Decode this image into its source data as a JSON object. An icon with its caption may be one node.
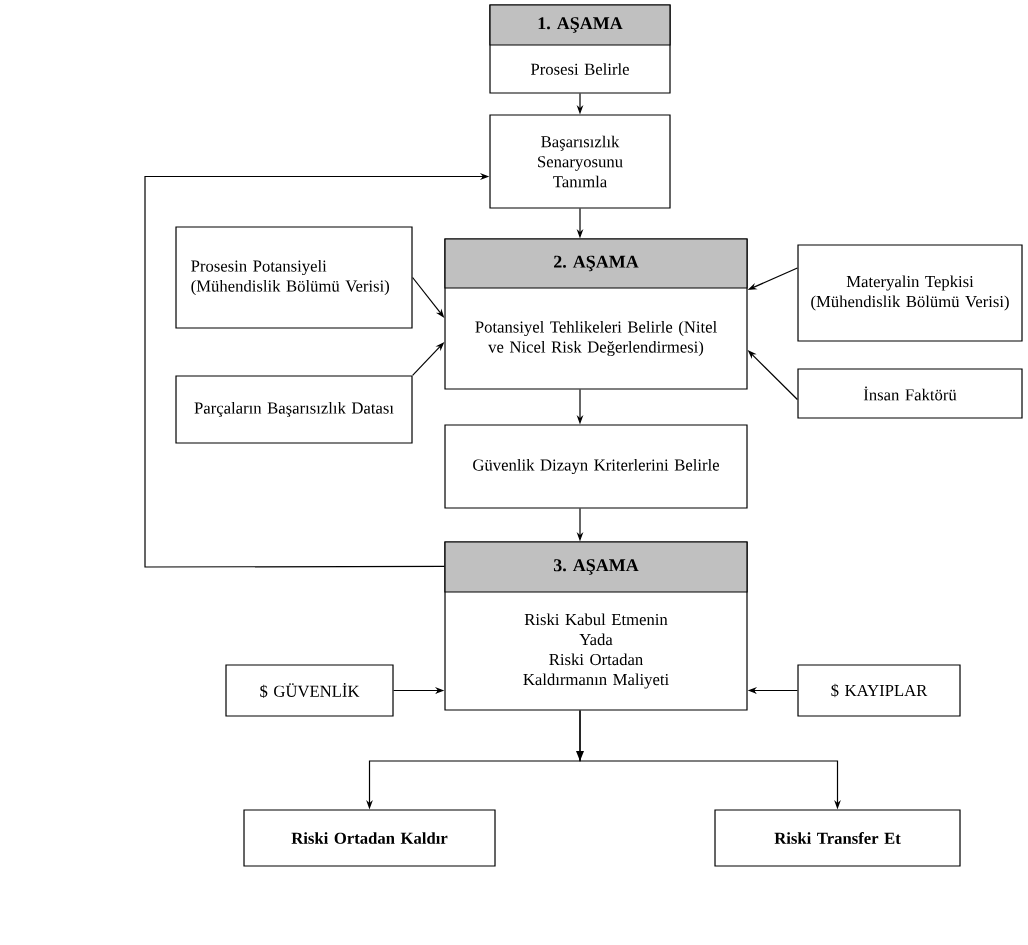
{
  "diagram": {
    "nodes": [
      {
        "text": [
          "1. AŞAMA",
          "Prosesi Belirle"
        ]
      },
      {
        "text": [
          "Başarısızlık Senaryosunu Tanımla"
        ]
      },
      {
        "text": [
          "Prosesin Potansiyeli (Mühendislik Bölümü Verisi)"
        ]
      },
      {
        "text": [
          "2. AŞAMA",
          "Potansiyel Tehlikeleri Belirle (Nitel ve Nicel Risk Değerlendirmesi)"
        ]
      },
      {
        "text": [
          "Materyalin Tepkisi (Mühendislik Bölümü Verisi)"
        ]
      },
      {
        "text": [
          "Parçaların Başarısızlık Datası"
        ]
      },
      {
        "text": [
          "İnsan Faktörü"
        ]
      },
      {
        "text": [
          "Güvenlik Dizayn Kriterlerini Belirle"
        ]
      },
      {
        "text": [
          "3. AŞAMA",
          "Riski Kabul Etmenin",
          "Yada",
          "Riski Ortadan Kaldırmanın Maliyeti"
        ]
      },
      {
        "text": [
          "$ GÜVENLİK"
        ]
      },
      {
        "text": [
          "$ KAYIPLAR"
        ]
      },
      {
        "text": [
          "Riski Ortadan Kaldır"
        ]
      },
      {
        "text": [
          "Riski Transfer Et"
        ]
      }
    ],
    "edges": [
      {
        "from": 0,
        "to": 1,
        "arrow": "to"
      },
      {
        "from": 1,
        "to": 3,
        "arrow": "to"
      },
      {
        "from": 2,
        "to": 3,
        "arrow": "to"
      },
      {
        "from": 4,
        "to": 3,
        "arrow": "to"
      },
      {
        "from": 5,
        "to": 3,
        "arrow": "to"
      },
      {
        "from": 6,
        "to": 3,
        "arrow": "to"
      },
      {
        "from": 3,
        "to": 7,
        "arrow": "to"
      },
      {
        "from": 7,
        "to": 8,
        "arrow": "to"
      },
      {
        "from": 8,
        "to": 1,
        "arrow": "to"
      },
      {
        "from": 9,
        "to": 8,
        "arrow": "to"
      },
      {
        "from": 10,
        "to": 8,
        "arrow": "to"
      },
      {
        "from": 8,
        "to": 11,
        "arrow": "to"
      },
      {
        "from": 8,
        "to": 12,
        "arrow": "to"
      }
    ]
  }
}
